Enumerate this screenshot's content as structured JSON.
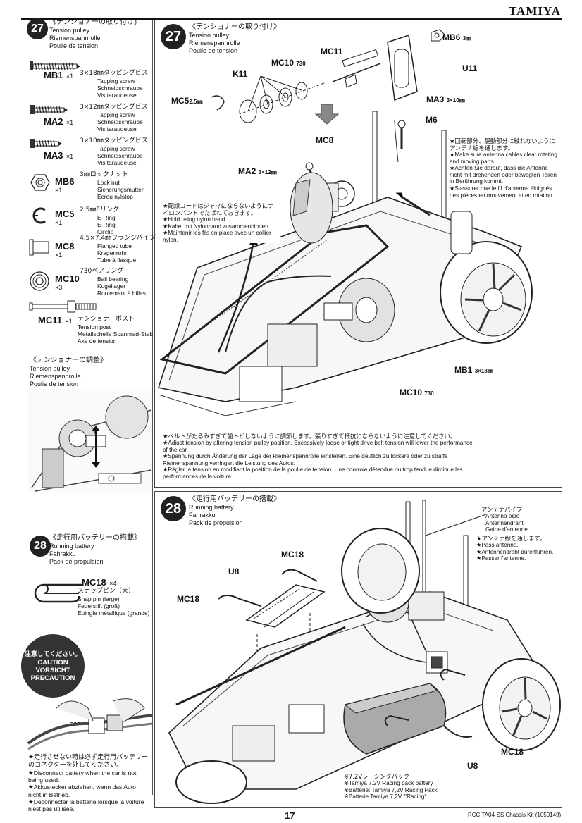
{
  "brand": "TAMIYA",
  "page_number": "17",
  "kit_ref": "RCC TA04-SS Chassis Kit (1050149)",
  "sidebar": {
    "step27": {
      "num": "27",
      "title_jp": "《テンショナーの取り付け》",
      "title_en": "Tension pulley",
      "title_de": "Riemenspannrolle",
      "title_fr": "Poulie de tension"
    },
    "parts": [
      {
        "code": "MB1",
        "qty": "×1",
        "desc_jp": "3×18㎜タッピングビス",
        "desc": [
          "Tapping screw",
          "Schneidschraube",
          "Vis taraudeuse"
        ]
      },
      {
        "code": "MA2",
        "qty": "×1",
        "desc_jp": "3×12㎜タッピングビス",
        "desc": [
          "Tapping screw",
          "Schneidschraube",
          "Vis taraudeuse"
        ]
      },
      {
        "code": "MA3",
        "qty": "×1",
        "desc_jp": "3×10㎜タッピングビス",
        "desc": [
          "Tapping screw",
          "Schneidschraube",
          "Vis taraudeuse"
        ]
      },
      {
        "code": "MB6",
        "qty": "×1",
        "desc_jp": "3㎜ロックナット",
        "desc": [
          "Lock nut",
          "Sicherungsmutter",
          "Ecrou nylstop"
        ]
      },
      {
        "code": "MC5",
        "qty": "×1",
        "desc_jp": "2.5㎜Eリング",
        "desc": [
          "E-Ring",
          "E-Ring",
          "Circlip"
        ]
      },
      {
        "code": "MC8",
        "qty": "×1",
        "desc_jp": "4.5×7.4㎜フランジパイプ",
        "desc": [
          "Flanged tube",
          "Kragenrohr",
          "Tube à flasque"
        ]
      },
      {
        "code": "MC10",
        "qty": "×3",
        "desc_jp": "730ベアリング",
        "desc": [
          "Ball bearing",
          "Kugellager",
          "Roulement à billes"
        ]
      },
      {
        "code": "MC11",
        "qty": "×1",
        "desc_jp": "テンショナーポスト",
        "desc": [
          "Tension post",
          "Metallschelle Spannrad-Stab",
          "Axe de tension"
        ]
      }
    ],
    "adjust": {
      "title_jp": "《テンショナーの調整》",
      "title_en": "Tension pulley",
      "title_de": "Riemenspannrolle",
      "title_fr": "Poulie de tension"
    },
    "step28": {
      "num": "28",
      "title_jp": "《走行用バッテリーの搭載》",
      "title_en": "Running battery",
      "title_de": "Fahrakku",
      "title_fr": "Pack de propulsion",
      "part_code": "MC18",
      "part_qty": "×4",
      "part_desc_jp": "スナップピン（大）",
      "part_desc": [
        "Snap pin (large)",
        "Federstift (groß)",
        "Epingle métallique (grande)"
      ]
    },
    "caution": {
      "jp": "注意してください。",
      "en": "CAUTION",
      "de": "VORSICHT",
      "fr": "PRECAUTION",
      "lines": [
        "★走行させない時は必ず走行用バッテリーのコネクターを外してください。",
        "★Disconnect battery when the car is not being used.",
        "★Akkustecker abziehen, wenn das Auto nicht in Betrieb.",
        "★Deconnecter la batterie lorsque la voiture n'est pas utilisée."
      ]
    }
  },
  "main27": {
    "num": "27",
    "title_jp": "《テンショナーの取り付け》",
    "title_en": "Tension pulley",
    "title_de": "Riemenspannrolle",
    "title_fr": "Poulie de tension",
    "labels": {
      "mb6": "MB6",
      "mb6_size": "3㎜",
      "mc11": "MC11",
      "u11": "U11",
      "mc10": "MC10",
      "mc10_num": "730",
      "k11": "K11",
      "mc5": "MC5",
      "mc5_size": "2.5㎜",
      "ma3": "MA3",
      "ma3_size": "3×10㎜",
      "m6": "M6",
      "mc8": "MC8",
      "ma2": "MA2",
      "ma2_size": "3×12㎜",
      "mb1": "MB1",
      "mb1_size": "3×18㎜",
      "mc10b": "MC10",
      "mc10b_num": "730"
    },
    "antenna_note": [
      "★回転部分、駆動部分に触れないようにアンテナ線を通します。",
      "★Make sure antenna cables clear rotating and moving parts.",
      "★Achten Sie darauf, dass die Antenne nicht mit drehenden oder bewegten Teilen in Berührung kommt.",
      "★S'assurer que le fil d'antenne éloignés des pièces en mouvement et en rotation."
    ],
    "cord_note": [
      "★配線コードはジャマにならないようにナイロンバンドでたばねておきます。",
      "★Hold using nylon band.",
      "★Kabel mit Nylonband zusammenbinden.",
      "★Maintenir les fils en place avec un collier nylon."
    ],
    "tension_note": [
      "★ベルトがたるみすぎて歯トビしないように調節します。張りすぎて抵抗にならないように注意してください。",
      "★Adjust tension by altering tension pulley position. Excessively loose or tight drive belt tension will lower the performance of the car.",
      "★Spannung durch Änderung der Lage der Riemenspannrolle einstellen. Eine deutlich zu lockere oder zu straffe Riemenspannung verringert die Leistung des Autos.",
      "★Régler la tension en modifiant la position de la poulie de tension. Une courroie détendue ou trop tendue diminue les performances de la voiture."
    ]
  },
  "main28": {
    "num": "28",
    "title_jp": "《走行用バッテリーの搭載》",
    "title_en": "Running battery",
    "title_de": "Fahrakku",
    "title_fr": "Pack de propulsion",
    "labels": {
      "mc18a": "MC18",
      "u8a": "U8",
      "mc18b": "MC18",
      "mc18c": "MC18",
      "u8b": "U8"
    },
    "antenna_pipe": [
      "アンテナパイプ",
      "Antenna pipe",
      "Antennendraht",
      "Gaine d'antenne"
    ],
    "antenna_note": [
      "★アンテナ線を通します。",
      "★Pass antenna.",
      "★Antennendraht durchführen.",
      "★Passer l'antenne."
    ],
    "battery_note": [
      "※7.2Vレーシングパック",
      "※Tamiya 7.2V Racing pack battery",
      "※Batterie: Tamiya 7,2V Racing Pack",
      "※Batterie Tamiya 7,2V. \"Racing\""
    ]
  }
}
